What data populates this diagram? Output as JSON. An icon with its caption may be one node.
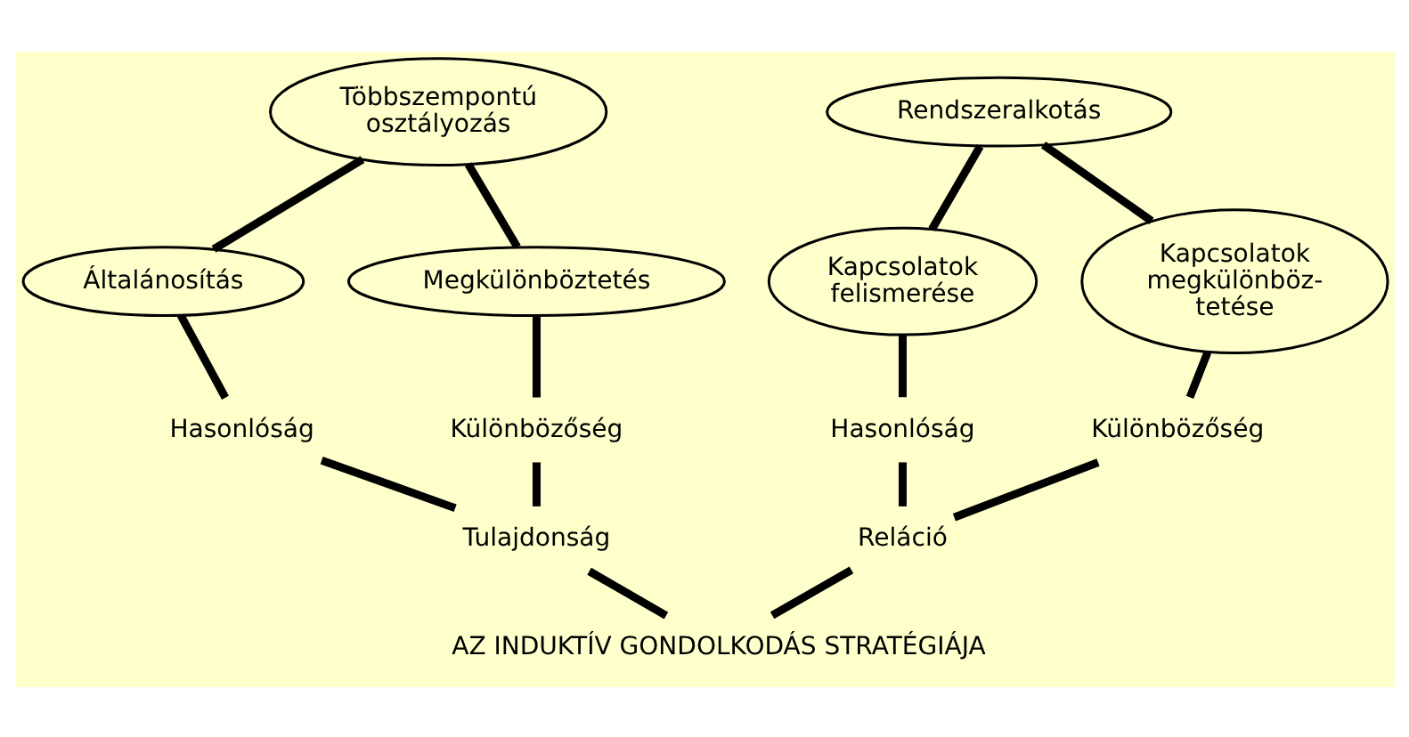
{
  "diagram": {
    "nodes": [
      {
        "text": [
          "Többszempontú osztályozás"
        ]
      },
      {
        "text": [
          "Általánosítás"
        ]
      },
      {
        "text": [
          "Megkülönböztetés"
        ]
      },
      {
        "text": [
          "Hasonlóság"
        ]
      },
      {
        "text": [
          "Különbözőség"
        ]
      },
      {
        "text": [
          "Tulajdonság"
        ]
      },
      {
        "text": [
          "Rendszeralkotás"
        ]
      },
      {
        "text": [
          "Kapcsolatok felismerése"
        ]
      },
      {
        "text": [
          "Kapcsolatok megkülönböz- tetése"
        ]
      },
      {
        "text": [
          "Hasonlóság"
        ]
      },
      {
        "text": [
          "Különbözőség"
        ]
      },
      {
        "text": [
          "Reláció"
        ]
      },
      {
        "text": [
          "AZ INDUKTÍV GONDOLKODÁS STRATÉGIÁJA"
        ]
      }
    ],
    "edges": [
      {
        "from": 0,
        "to": 1,
        "arrow": "none"
      },
      {
        "from": 0,
        "to": 2,
        "arrow": "none"
      },
      {
        "from": 1,
        "to": 3,
        "arrow": "none"
      },
      {
        "from": 2,
        "to": 4,
        "arrow": "none"
      },
      {
        "from": 3,
        "to": 5,
        "arrow": "none"
      },
      {
        "from": 4,
        "to": 5,
        "arrow": "none"
      },
      {
        "from": 6,
        "to": 7,
        "arrow": "none"
      },
      {
        "from": 6,
        "to": 8,
        "arrow": "none"
      },
      {
        "from": 7,
        "to": 9,
        "arrow": "none"
      },
      {
        "from": 8,
        "to": 10,
        "arrow": "none"
      },
      {
        "from": 9,
        "to": 11,
        "arrow": "none"
      },
      {
        "from": 10,
        "to": 11,
        "arrow": "none"
      },
      {
        "from": 5,
        "to": 12,
        "arrow": "none"
      },
      {
        "from": 11,
        "to": 12,
        "arrow": "none"
      }
    ]
  }
}
